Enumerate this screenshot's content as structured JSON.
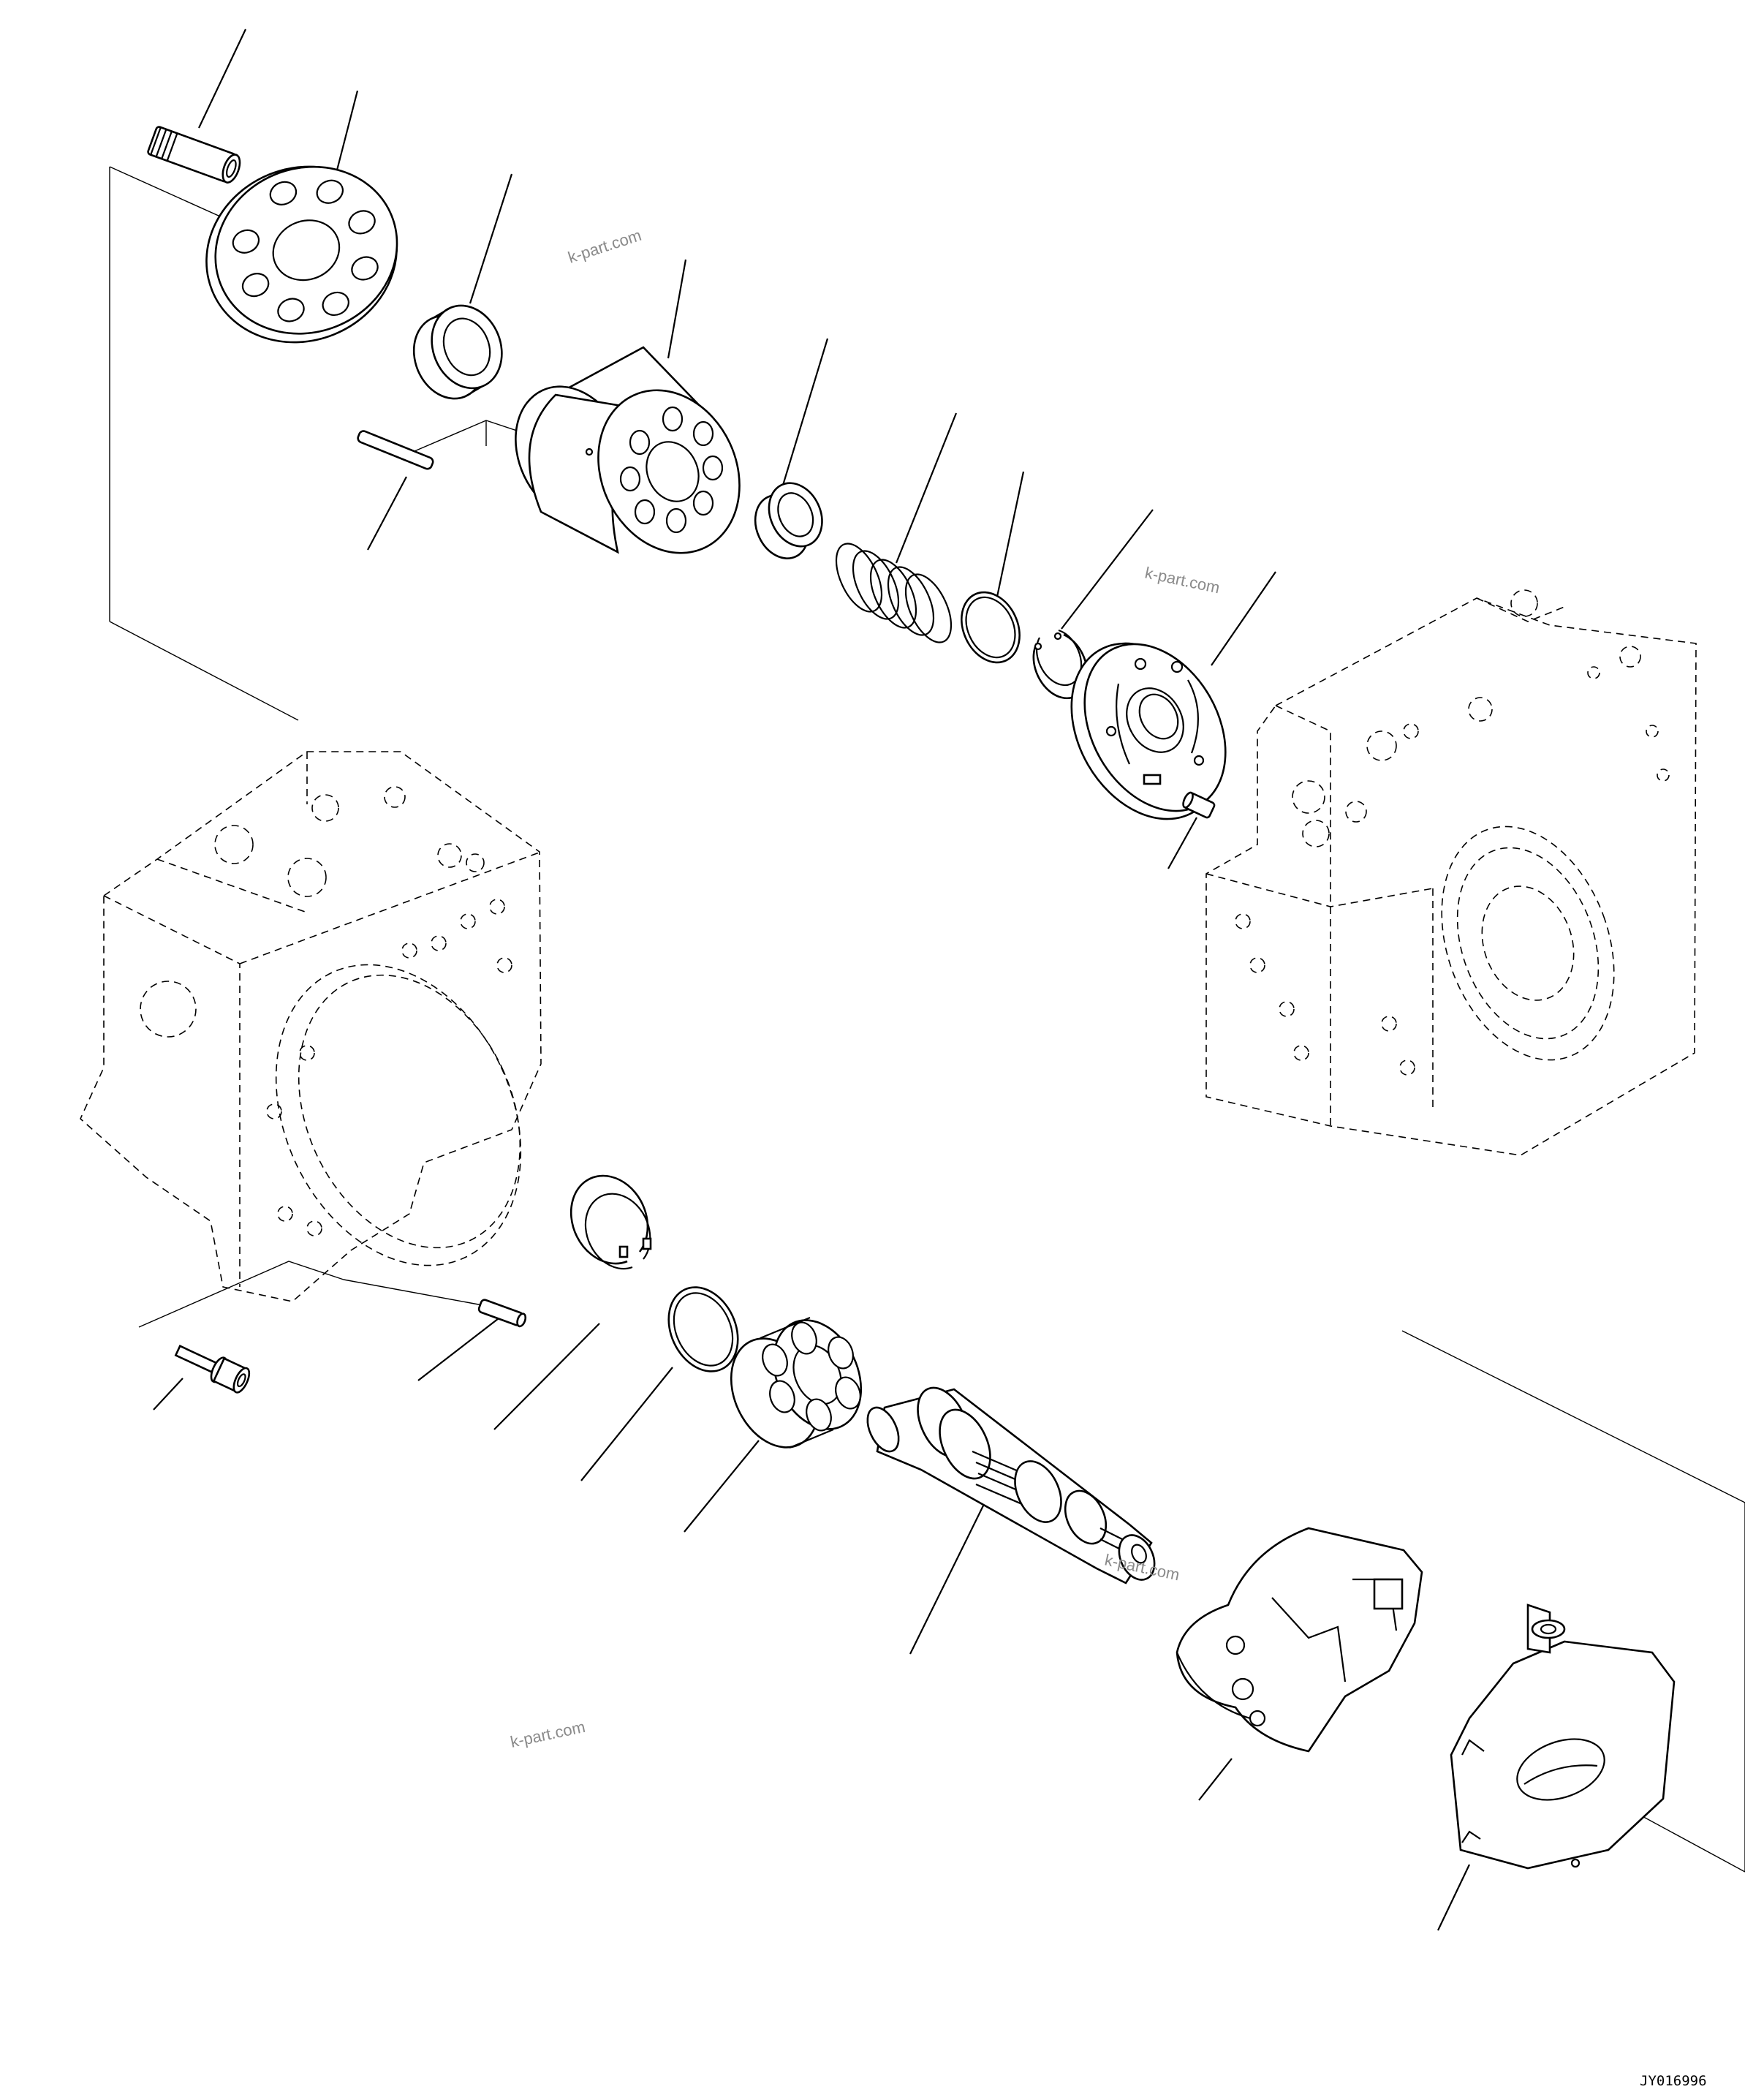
{
  "diagram": {
    "watermarks": [
      "k-part.com",
      "k-part.com",
      "k-part.com",
      "k-part.com"
    ],
    "drawing_code": "JY016996"
  }
}
